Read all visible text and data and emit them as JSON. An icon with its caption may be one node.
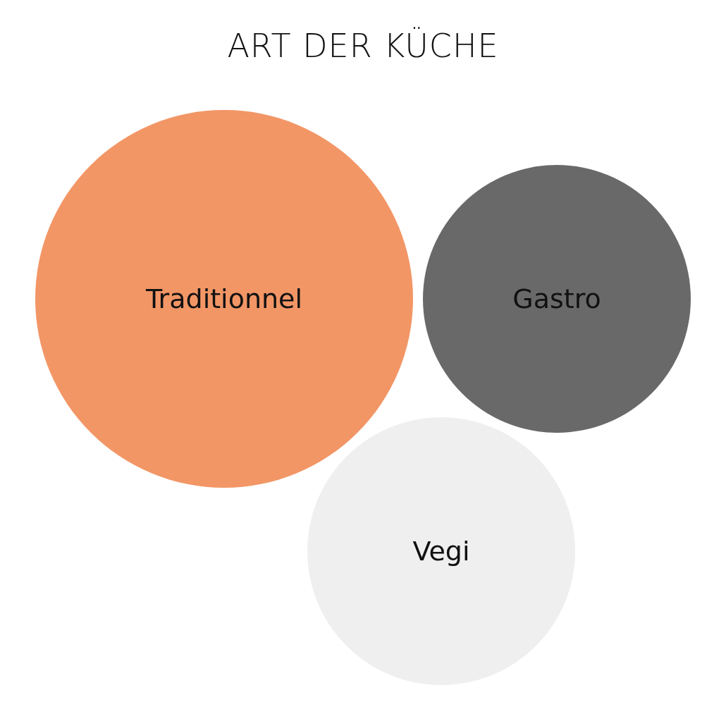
{
  "diagram": {
    "title": "ART DER KÜCHE",
    "nodes": [
      {
        "text": [
          "Traditionnel"
        ]
      },
      {
        "text": [
          "Gastro"
        ]
      },
      {
        "text": [
          "Vegi"
        ]
      }
    ]
  }
}
